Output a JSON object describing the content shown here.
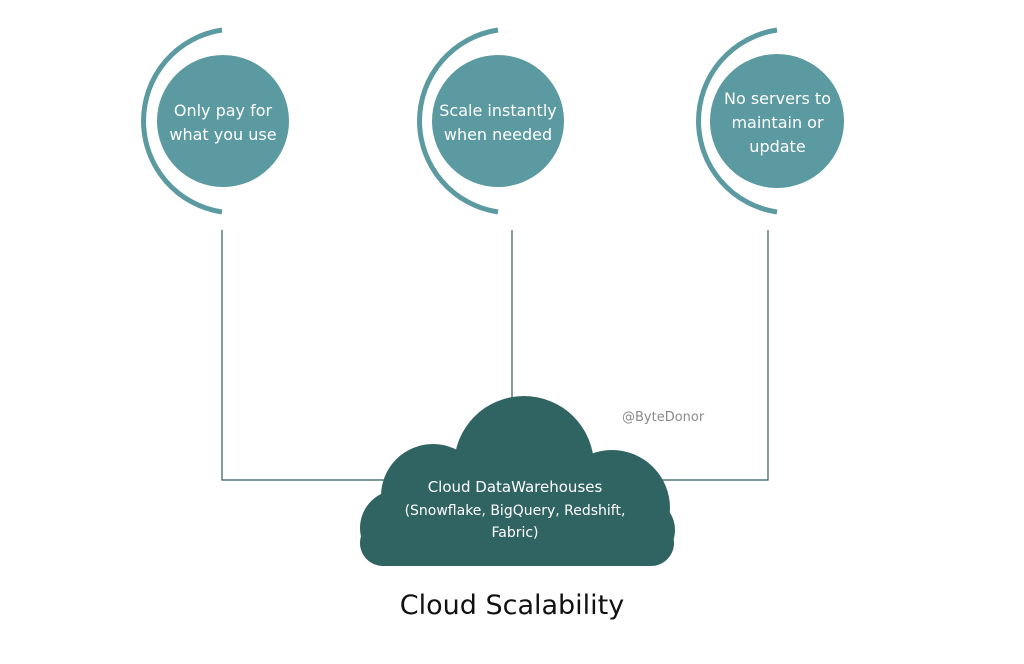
{
  "benefits": [
    {
      "label": "Only pay for\nwhat you use"
    },
    {
      "label": "Scale instantly\nwhen needed"
    },
    {
      "label": "No servers to\nmaintain or\nupdate"
    }
  ],
  "cloud": {
    "title": "Cloud DataWarehouses",
    "subtitle": "(Snowflake, BigQuery, Redshift,\nFabric)"
  },
  "watermark": "@ByteDonor",
  "diagram_title": "Cloud Scalability",
  "colors": {
    "circle_fill": "#5b9aa0",
    "arc_stroke": "#5b9aa0",
    "cloud_fill": "#306463",
    "connector": "#2f5f5b"
  },
  "icons": [
    "cloud-shape"
  ]
}
